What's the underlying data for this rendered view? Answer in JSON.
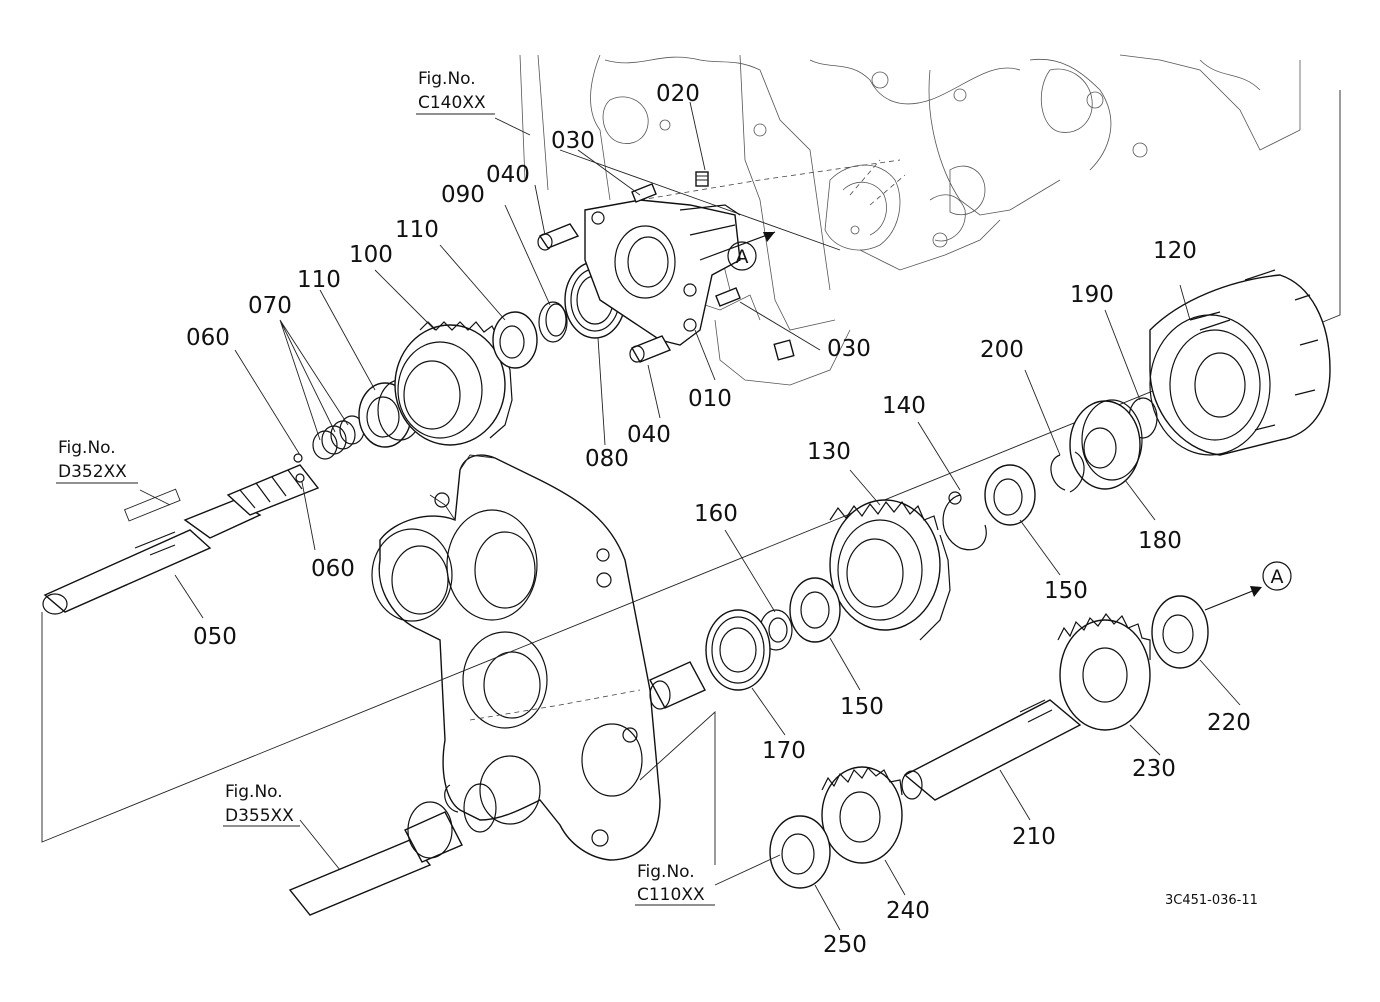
{
  "diagram": {
    "drawing_code": "3C451-036-11",
    "fig_refs": {
      "c140": {
        "line1": "Fig.No.",
        "line2": "C140XX"
      },
      "d352": {
        "line1": "Fig.No.",
        "line2": "D352XX"
      },
      "d355": {
        "line1": "Fig.No.",
        "line2": "D355XX"
      },
      "c110": {
        "line1": "Fig.No.",
        "line2": "C110XX"
      }
    },
    "callout_letter": "A",
    "parts": {
      "p010": "010",
      "p020": "020",
      "p030a": "030",
      "p030b": "030",
      "p040a": "040",
      "p040b": "040",
      "p050": "050",
      "p060a": "060",
      "p060b": "060",
      "p070": "070",
      "p080": "080",
      "p090": "090",
      "p100": "100",
      "p110a": "110",
      "p110b": "110",
      "p120": "120",
      "p130": "130",
      "p140": "140",
      "p150a": "150",
      "p150b": "150",
      "p160": "160",
      "p170": "170",
      "p180": "180",
      "p190": "190",
      "p200": "200",
      "p210": "210",
      "p220": "220",
      "p230": "230",
      "p240": "240",
      "p250": "250"
    }
  }
}
